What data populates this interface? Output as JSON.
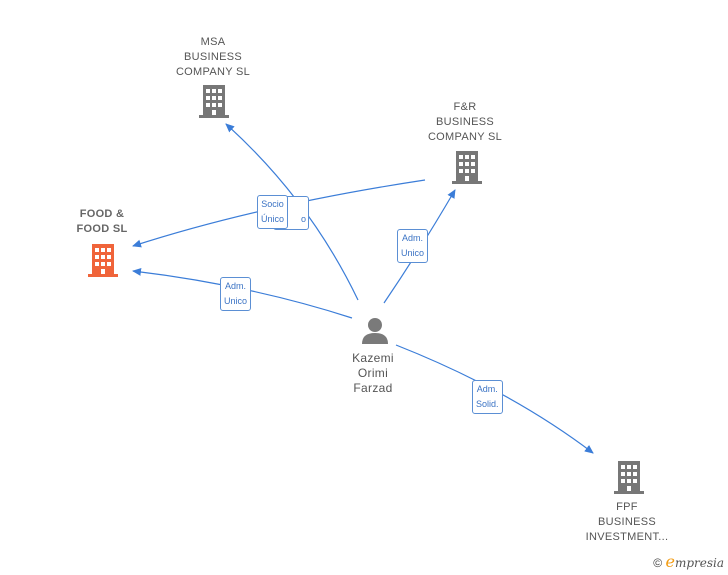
{
  "nodes": {
    "msa": {
      "line1": "MSA",
      "line2": "BUSINESS",
      "line3": "COMPANY  SL"
    },
    "fr": {
      "line1": "F&R",
      "line2": "BUSINESS",
      "line3": "COMPANY  SL"
    },
    "food": {
      "line1": "FOOD &",
      "line2": "FOOD  SL"
    },
    "fpf": {
      "line1": "FPF",
      "line2": "BUSINESS",
      "line3": "INVESTMENT..."
    },
    "person": {
      "line1": "Kazemi",
      "line2": "Orimi",
      "line3": "Farzad"
    }
  },
  "edges": {
    "socio_unico": {
      "line1": "Socio",
      "line2": "Único"
    },
    "socio_hidden_tail": "o",
    "adm_unico_food": {
      "line1": "Adm.",
      "line2": "Unico"
    },
    "adm_unico_fr": {
      "line1": "Adm.",
      "line2": "Unico"
    },
    "adm_solid": {
      "line1": "Adm.",
      "line2": "Solid."
    }
  },
  "footer": {
    "copyright": "©",
    "brand_e": "e",
    "brand": "mpresia"
  },
  "colors": {
    "edge": "#3b7dd8",
    "building": "#777777",
    "building_highlight": "#f0643a",
    "person": "#7a7a7a"
  },
  "icons": {
    "company": "building-icon",
    "person": "person-icon",
    "copyright": "copyright-icon"
  }
}
